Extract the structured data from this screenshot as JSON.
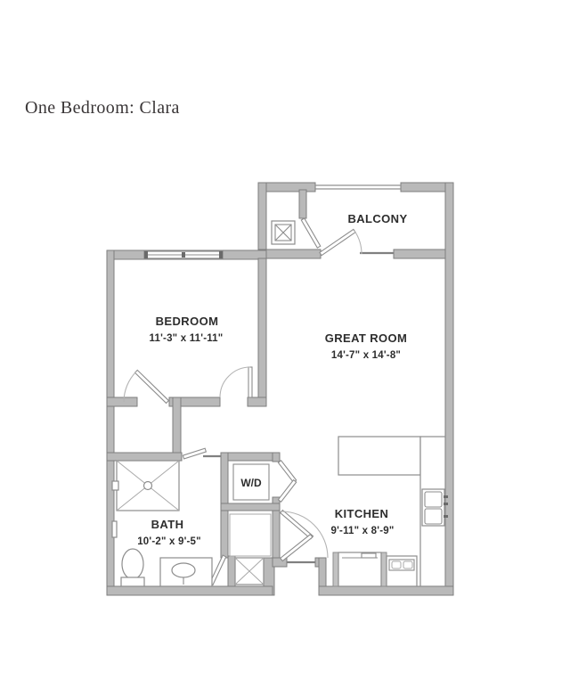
{
  "title": "One Bedroom: Clara",
  "plan": {
    "rooms": {
      "balcony": {
        "name": "BALCONY"
      },
      "bedroom": {
        "name": "BEDROOM",
        "dimensions": "11'-3\" x 11'-11\""
      },
      "great_room": {
        "name": "GREAT ROOM",
        "dimensions": "14'-7\" x 14'-8\""
      },
      "kitchen": {
        "name": "KITCHEN",
        "dimensions": "9'-11\" x 8'-9\""
      },
      "bath": {
        "name": "BATH",
        "dimensions": "10'-2\" x 9'-5\""
      },
      "laundry": {
        "name": "W/D"
      }
    },
    "colors": {
      "wall_fill": "#b9b9b9",
      "wall_outline": "#7e7e7e",
      "fixture_line": "#8d8d8d",
      "label_text": "#2d2d2d",
      "title_text": "#393536"
    }
  }
}
